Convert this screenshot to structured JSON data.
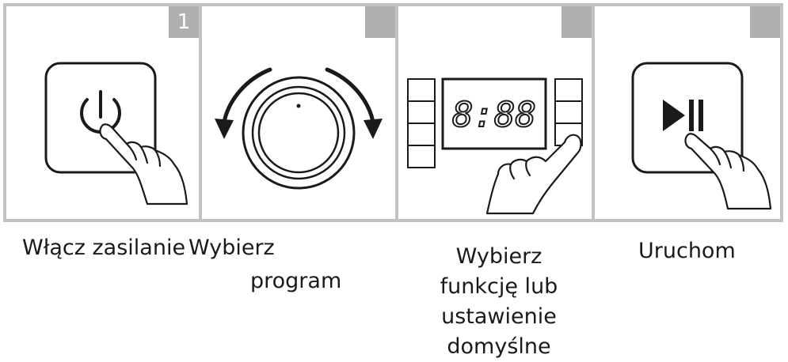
{
  "steps": [
    {
      "number": "1",
      "icon": "power-button-icon",
      "caption": "Włącz zasilanie"
    },
    {
      "number": "",
      "icon": "rotary-dial-icon",
      "caption_line1": "Wybierz",
      "caption_line2": "program"
    },
    {
      "number": "",
      "icon": "display-panel-icon",
      "display_text": "8:88",
      "caption": "Wybierz funkcję lub ustawienie domyślne"
    },
    {
      "number": "",
      "icon": "play-pause-button-icon",
      "caption": "Uruchom"
    }
  ],
  "colors": {
    "frame": "#c2c2c2",
    "tab": "#b0b0b0",
    "line": "#1a1a1a"
  }
}
